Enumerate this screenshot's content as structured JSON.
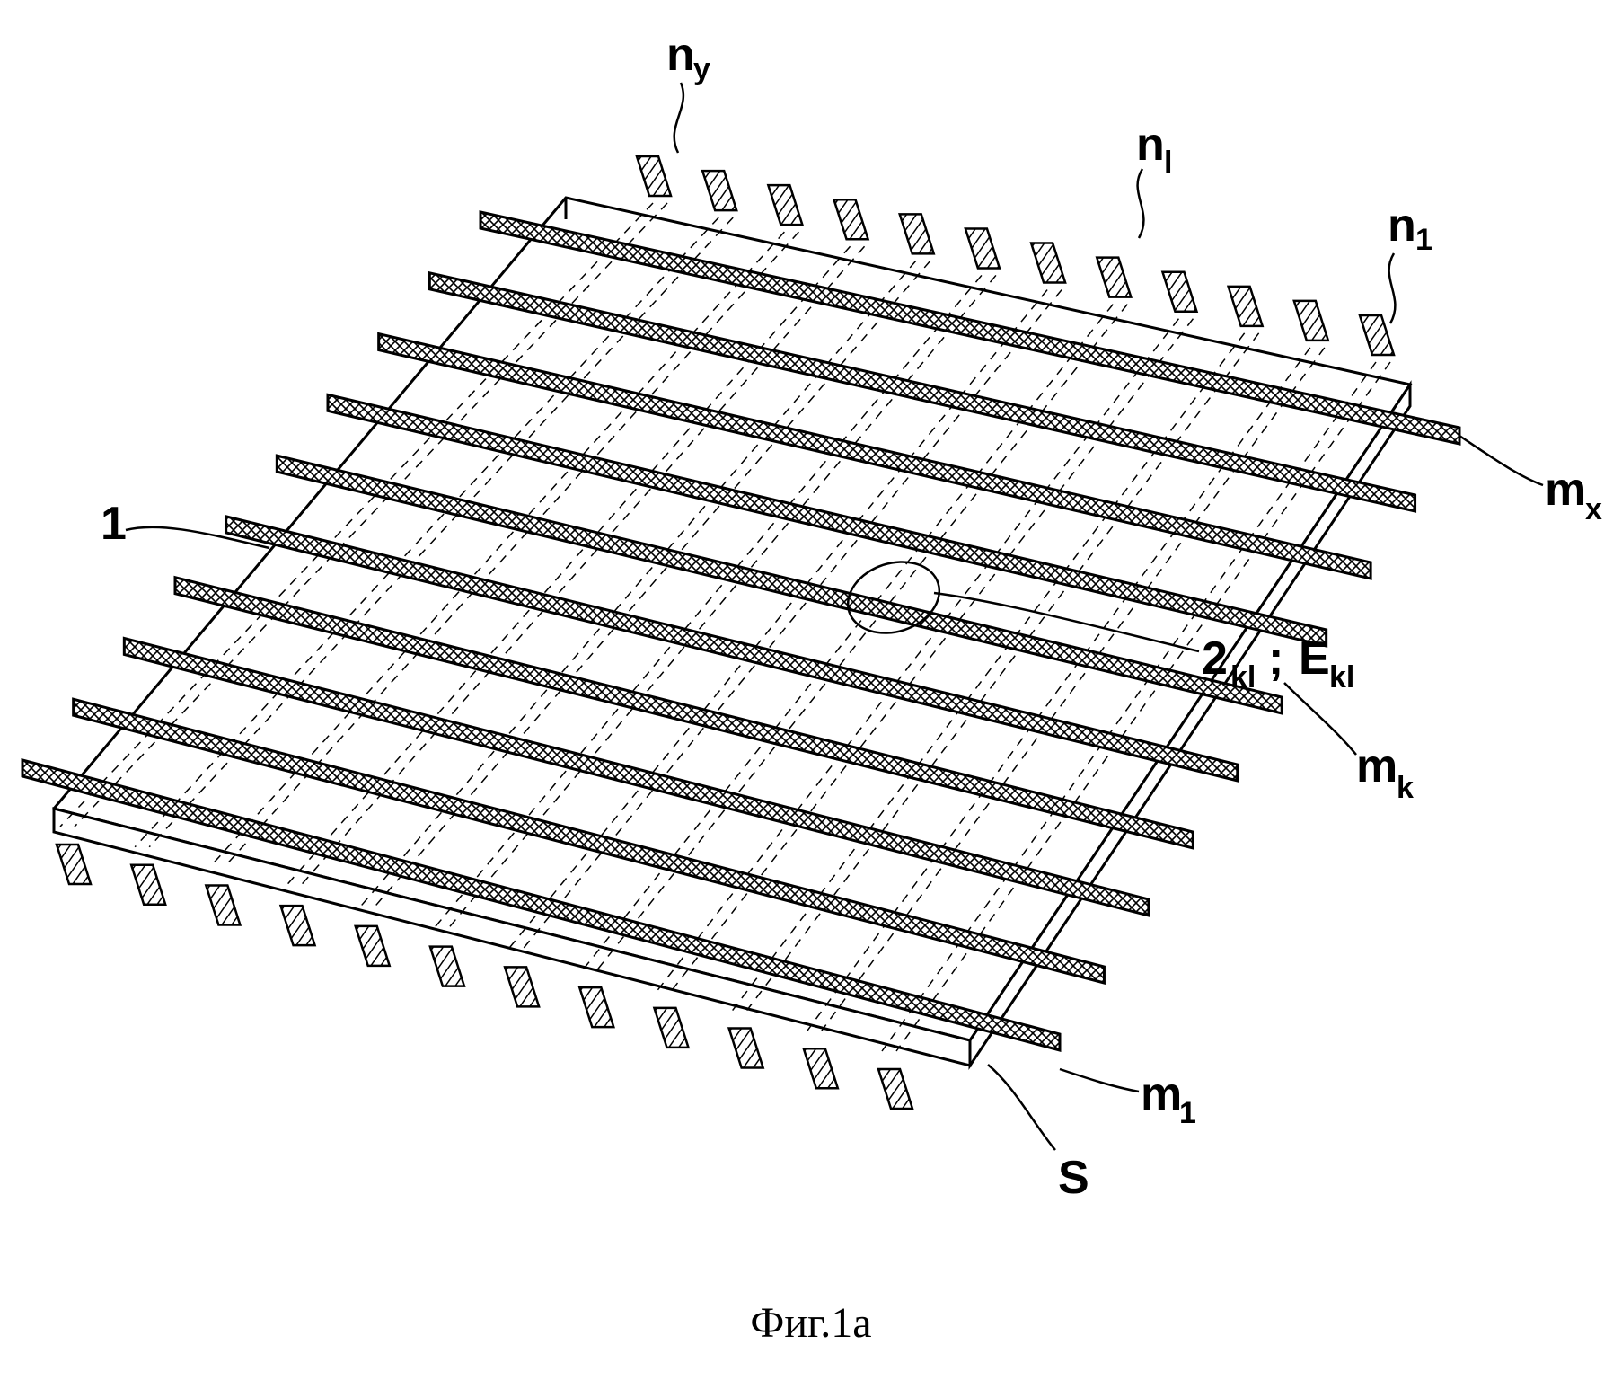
{
  "figure": {
    "caption": "Фиг.1а",
    "labels": {
      "substrate_1": "1",
      "substrate_S": "S",
      "ny_main": "n",
      "ny_sub": "y",
      "nl_main": "n",
      "nl_sub": "l",
      "n1_main": "n",
      "n1_sub": "1",
      "mx_main": "m",
      "mx_sub": "x",
      "mk_main": "m",
      "mk_sub": "k",
      "m1_main": "m",
      "m1_sub": "1",
      "e2_main": "2",
      "e2_sub": "kl",
      "e2_sep": ";",
      "ekl_main": "E",
      "ekl_sub": "kl"
    },
    "row_electrode_count": 10,
    "column_electrode_count": 12
  }
}
